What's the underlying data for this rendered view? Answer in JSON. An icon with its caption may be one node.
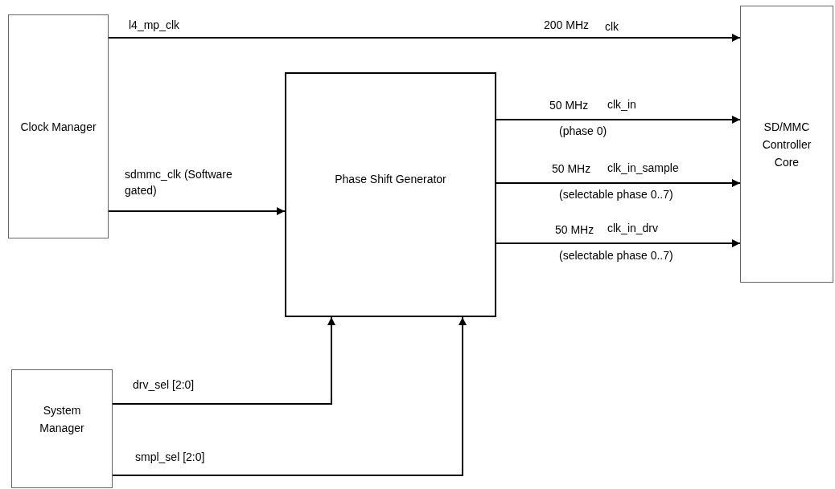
{
  "diagram": {
    "nodes": [
      {
        "text": [
          "Clock Manager"
        ]
      },
      {
        "text": [
          "Phase Shift Generator"
        ]
      },
      {
        "text": [
          "SD/MMC Controller Core"
        ]
      },
      {
        "text": [
          "System Manager"
        ]
      }
    ],
    "edges": [
      {
        "from": 0,
        "to": 2,
        "arrow": "to",
        "label": "l4_mp_clk"
      },
      {
        "from": 0,
        "to": 1,
        "arrow": "to",
        "label": "sdmmc_clk (Software gated)"
      },
      {
        "from": 1,
        "to": 2,
        "arrow": "to",
        "label": "clk_in"
      },
      {
        "from": 1,
        "to": 2,
        "arrow": "to",
        "label": "clk_in_sample"
      },
      {
        "from": 1,
        "to": 2,
        "arrow": "to",
        "label": "clk_in_drv"
      },
      {
        "from": 3,
        "to": 1,
        "arrow": "to",
        "label": "drv_sel [2:0]"
      },
      {
        "from": 3,
        "to": 1,
        "arrow": "to",
        "label": "smpl_sel [2:0]"
      }
    ],
    "labels": [
      "200 MHz",
      "clk",
      "50 MHz",
      "(phase 0)",
      "50 MHz",
      "(selectable phase 0..7)",
      "50 MHz",
      "(selectable phase 0..7)"
    ]
  }
}
